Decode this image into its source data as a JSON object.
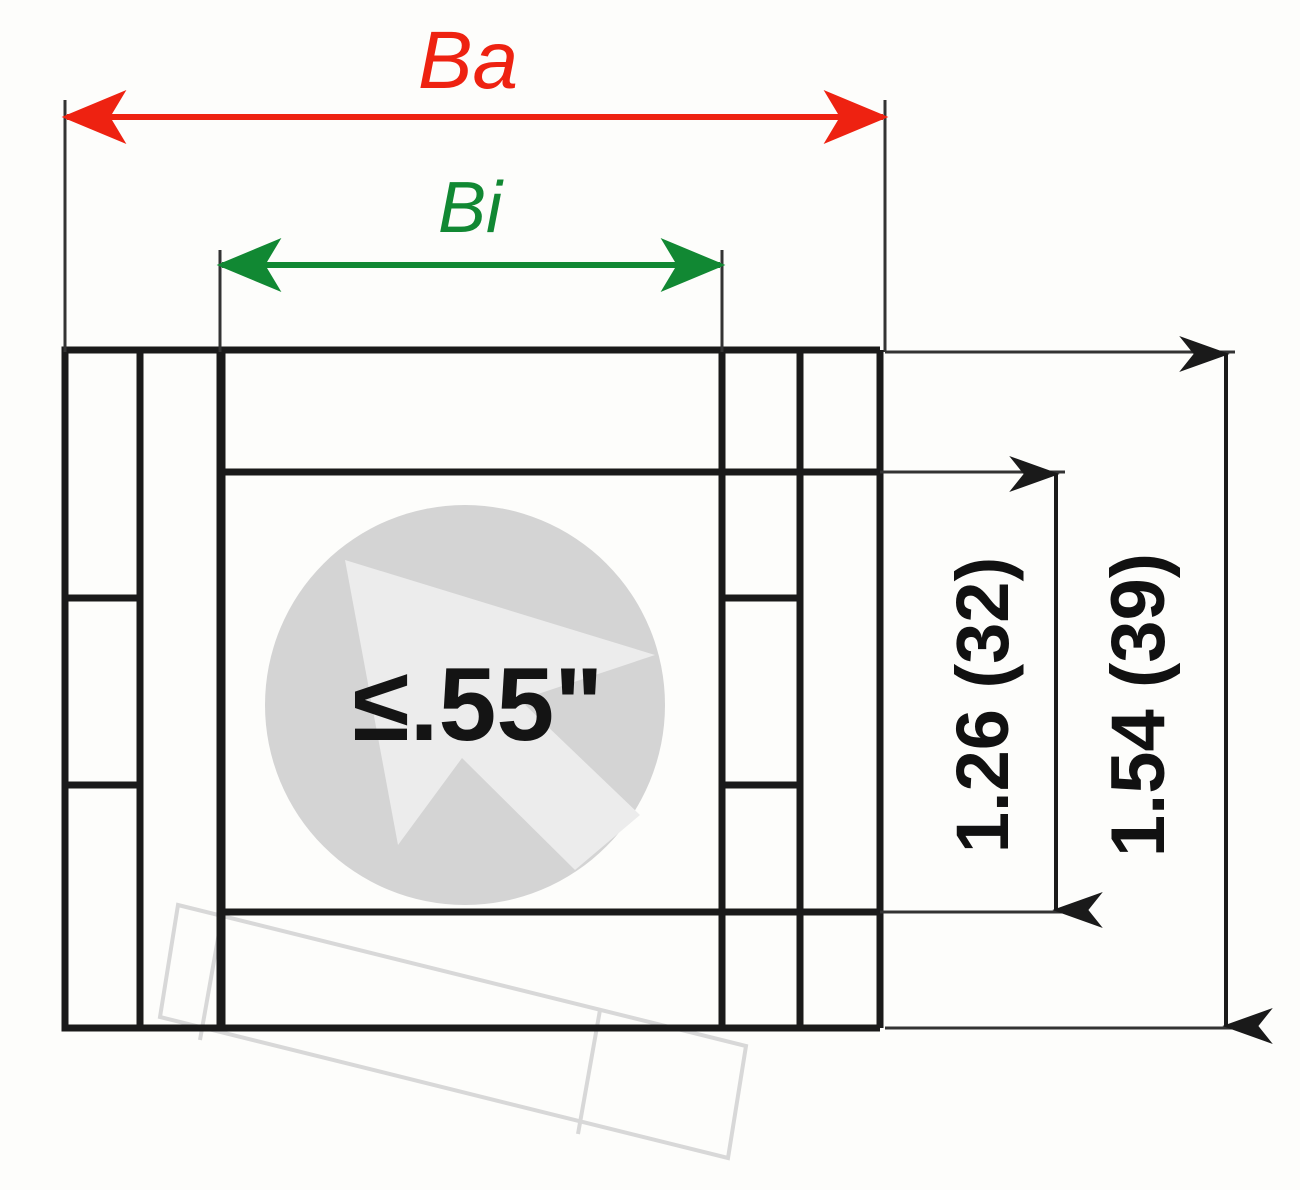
{
  "drawing": {
    "title": "Cabinet opening dimension drawing",
    "colors": {
      "outline": "#1a1a1a",
      "ba_red": "#ee2211",
      "bi_green": "#118833",
      "ghost_gray": "#d8d8d8",
      "badge_circle": "#d4d4d4",
      "badge_cursor": "#ececec",
      "thin_line": "#333333",
      "background": "#fdfdfb"
    },
    "dimensions": {
      "ba": {
        "label": "Ba",
        "color": "#ee2211",
        "orientation": "horizontal",
        "description": "overall outside width"
      },
      "bi": {
        "label": "Bi",
        "color": "#118833",
        "orientation": "horizontal",
        "description": "inside clear width"
      },
      "inner_height": {
        "label": "1.26 (32)",
        "value_in": "1.26",
        "value_mm": "(32)",
        "orientation": "vertical-rotated",
        "color": "#1a1a1a"
      },
      "outer_height": {
        "label": "1.54 (39)",
        "value_in": "1.54",
        "value_mm": "(39)",
        "orientation": "vertical-rotated",
        "color": "#1a1a1a"
      }
    },
    "badge": {
      "text": "≤.55\"",
      "icon": "cursor-arrow-icon",
      "description": "maximum front panel thickness callout"
    }
  }
}
